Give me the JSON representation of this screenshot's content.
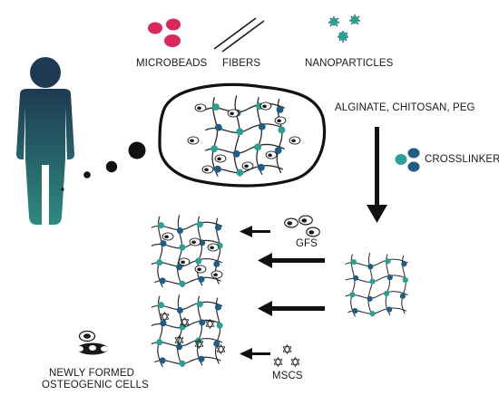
{
  "labels": {
    "microbeads": "MICROBEADS",
    "fibers": "FIBERS",
    "nanoparticles": "NANOPARTICLES",
    "polymers": "ALGINATE, CHITOSAN, PEG",
    "crosslinker": "CROSSLINKER",
    "gfs": "GFS",
    "mscs": "MSCS",
    "newly_formed_line1": "NEWLY FORMED",
    "newly_formed_line2": "OSTEOGENIC CELLS"
  },
  "colors": {
    "person_top": "#1e3a52",
    "person_bottom": "#2e8a7e",
    "microbead": "#d9295b",
    "node_teal": "#2aa194",
    "node_blue": "#1f5c86",
    "line": "#2b2b2b",
    "arrow": "#111111"
  },
  "icons": [
    "person-icon",
    "microbeads-icon",
    "fibers-icon",
    "nanoparticles-icon",
    "crosslinker-icon",
    "gfs-icon",
    "mscs-icon",
    "osteogenic-cells-icon"
  ]
}
